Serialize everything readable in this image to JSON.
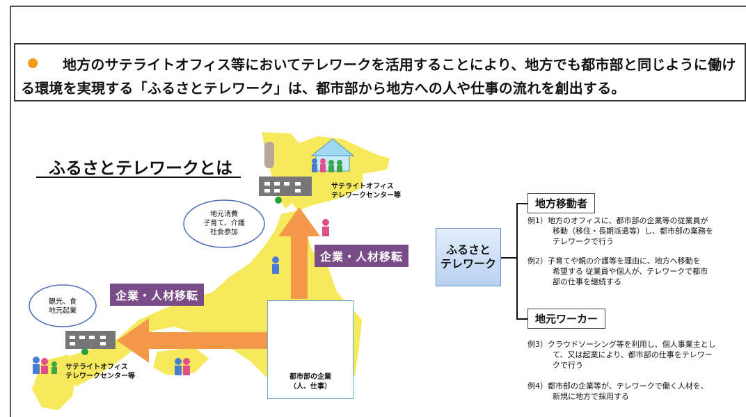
{
  "summary": {
    "text": "地方のサテライトオフィス等においてテレワークを活用することにより、地方でも都市部と同じように働ける環境を実現する「ふるさとテレワーク」は、都市部から地方への人や仕事の流れを創出する。"
  },
  "section_title": "ふるさとテレワークとは",
  "map": {
    "office_north_label": [
      "サテライトオフィス",
      "テレワークセンター等"
    ],
    "office_west_label": [
      "サテライトオフィス",
      "テレワークセンター等"
    ],
    "ellipse_north": [
      "地元消費",
      "子育て、介護",
      "社会参加"
    ],
    "ellipse_west": [
      "観光、食",
      "地元起業"
    ],
    "move_label_north": "企業・人材移転",
    "move_label_west": "企業・人材移転",
    "hq_label": [
      "都市部の企業",
      "（人、仕事）"
    ],
    "colors": {
      "land": "#f7e95c",
      "arrow": "#f4984a",
      "building": "#4a8fc6",
      "label_bg": "#7a4c87"
    }
  },
  "diagram": {
    "center_box": "ふるさと\nテレワーク",
    "type1": {
      "label": "地方移動者",
      "examples": [
        [
          "例1）地方のオフィスに、都市部の企業等の従業員が",
          "移動（移住・長期派遣等）し、都市部の業務を",
          "テレワークで行う"
        ],
        [
          "例2）子育てや親の介護等を理由に、地方へ移動を",
          "希望する 従業員や個人が、テレワークで都市",
          "部の仕事を継続する"
        ]
      ]
    },
    "type2": {
      "label": "地元ワーカー",
      "examples": [
        [
          "例3）クラウドソーシング等を利用し、個人事業主とし",
          "て、又は起業により、都市部の仕事をテレワー",
          "クで行う"
        ],
        [
          "例4）都市部の企業等が、テレワークで働く人材を、",
          "新規に地方で採用する"
        ]
      ]
    }
  }
}
